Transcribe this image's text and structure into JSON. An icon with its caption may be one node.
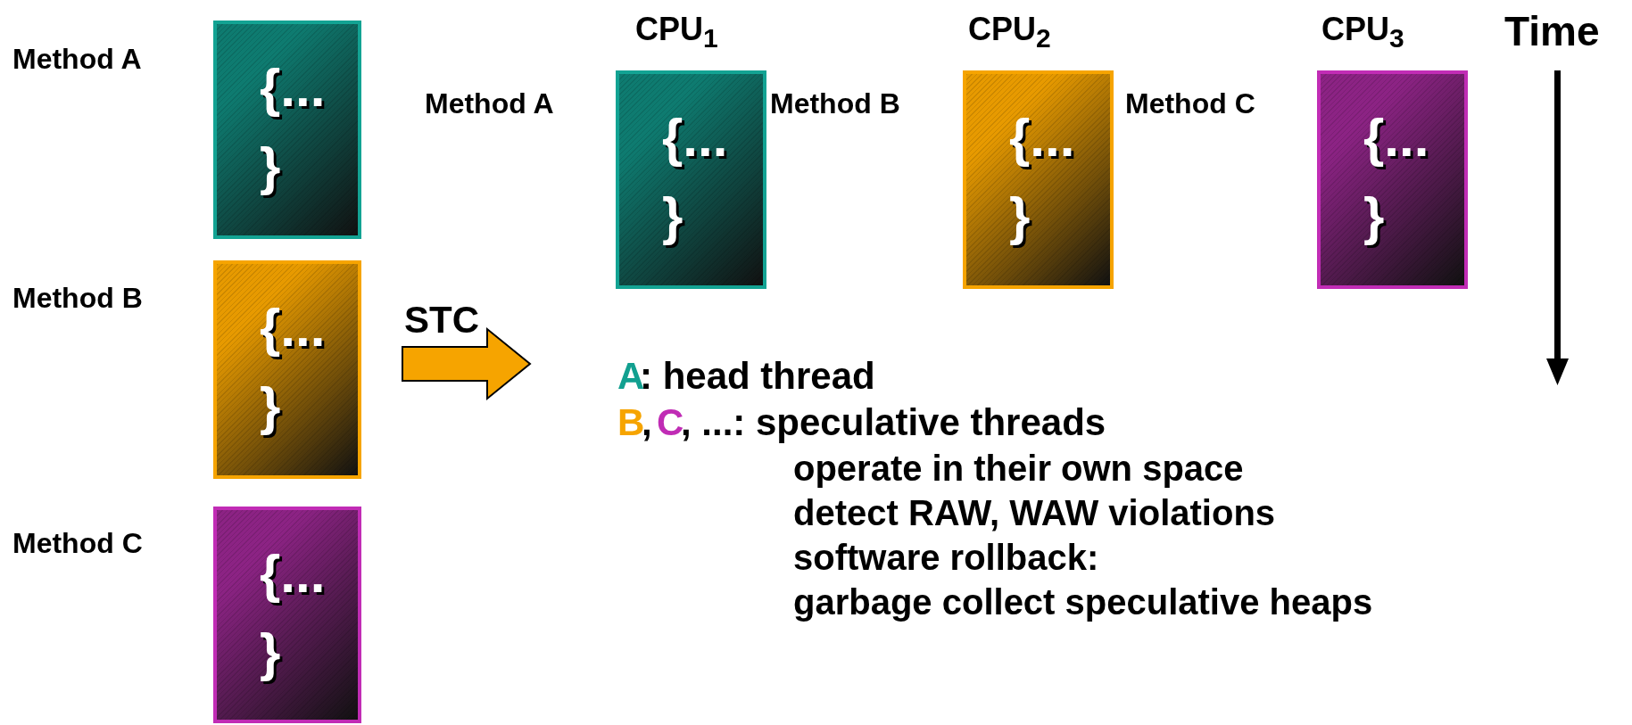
{
  "diagram": {
    "nodes": [
      {
        "text": [
          "{...",
          "}"
        ],
        "beside": [
          "Method A"
        ]
      },
      {
        "text": [
          "{...",
          "}"
        ],
        "beside": [
          "Method B"
        ]
      },
      {
        "text": [
          "{...",
          "}"
        ],
        "beside": [
          "Method C"
        ]
      },
      {
        "text": [
          "{...",
          "}"
        ],
        "beside": [
          "CPU$_{1}$"
        ]
      },
      {
        "text": [
          "{...",
          "}"
        ],
        "beside": [
          "CPU$_{2}$"
        ]
      },
      {
        "text": [
          "{...",
          "}"
        ],
        "beside": [
          "CPU$_{3}$"
        ]
      }
    ],
    "edges": [],
    "labels": [
      "Method A",
      "Method B",
      "Method C",
      "Time",
      "STC",
      "A",
      ": head thread",
      "B",
      ",",
      "C",
      ", ...: speculative threads",
      "operate in their own space",
      "detect RAW, WAW violations",
      "software rollback:",
      "garbage collect speculative heaps"
    ]
  }
}
